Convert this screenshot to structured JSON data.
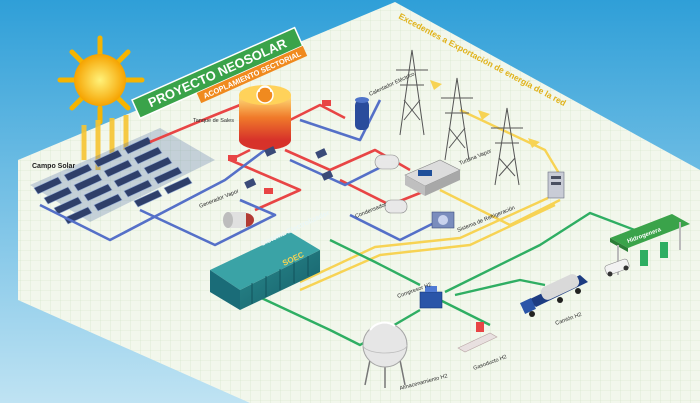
{
  "banner": {
    "title": "PROYECTO NEOSOLAR",
    "subtitle": "ACOPLAMIENTO SECTORIAL"
  },
  "grid_export_label": "Excedentes a Exportación de energía de la red",
  "labels": {
    "solar_field": "Campo Solar",
    "salt_tank": "Tanque de Sales",
    "electric_heater": "Calentador Eléctrico",
    "steam_generator": "Generador Vapor",
    "steam_turbine": "Turbina Vapor",
    "condenser": "Condensador",
    "refrigeration": "Sistema de Refrigeración",
    "soec_system": "Sistema Electrolizador",
    "soec_tag": "SOEC",
    "h2_compressor": "Compresor H2",
    "h2_storage": "Almacenamiento H2",
    "h2_pipeline": "Gasoducto H2",
    "h2_truck": "Camión H2",
    "h2_station": "Hidrogenera"
  },
  "colors": {
    "sky_top": "#2f9fd8",
    "sky_bottom": "#bfe3f3",
    "board": "#f2f7ec",
    "hot_pipe": "#e84545",
    "cold_pipe": "#5570c8",
    "power_line": "#f7d354",
    "h2_line": "#2fae63",
    "banner_green": "#3aa34a",
    "banner_orange": "#f08a1f"
  }
}
